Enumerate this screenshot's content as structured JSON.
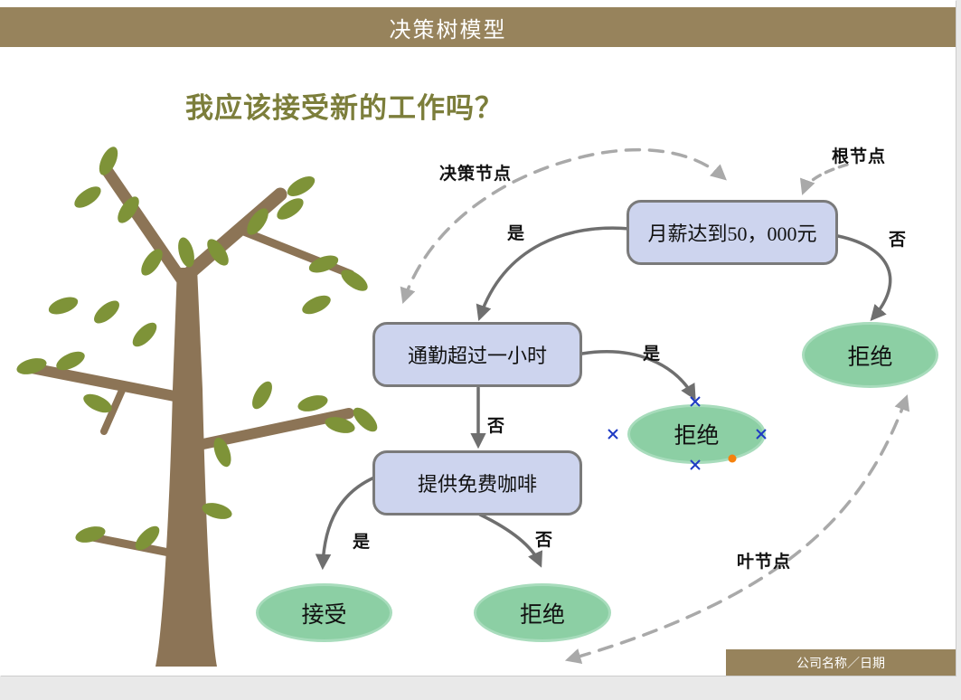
{
  "header": {
    "title": "决策树模型"
  },
  "main_title": "我应该接受新的工作吗？",
  "footer": {
    "text": "公司名称／日期"
  },
  "diagram": {
    "nodes": {
      "root": {
        "label": "月薪达到50，000元",
        "type": "decision"
      },
      "commute": {
        "label": "通勤超过一小时",
        "type": "decision"
      },
      "coffee": {
        "label": "提供免费咖啡",
        "type": "decision"
      },
      "accept": {
        "label": "接受",
        "type": "leaf"
      },
      "reject_middle": {
        "label": "拒绝",
        "type": "leaf"
      },
      "reject_right": {
        "label": "拒绝",
        "type": "leaf"
      },
      "reject_bottom": {
        "label": "拒绝",
        "type": "leaf"
      }
    },
    "edges": {
      "root_to_commute": "是",
      "root_to_reject_right": "否",
      "commute_to_reject_middle": "是",
      "commute_to_coffee": "否",
      "coffee_to_accept": "是",
      "coffee_to_reject_bottom": "否"
    },
    "annotations": {
      "root_node": "根节点",
      "decision_node": "决策节点",
      "leaf_node": "叶节点"
    },
    "colors": {
      "header_bar": "#97835C",
      "title_text": "#7C7E3B",
      "decision_fill": "#CDD4EE",
      "decision_border": "#7A7A7A",
      "leaf_fill": "#8CCFA4",
      "leaf_border": "#A8DCBC",
      "connector": "#6F6F6F",
      "annotation_arrow": "#A9A9A9",
      "connection_point": "#1F3BC4",
      "rotation_handle": "#F5820D",
      "tree_trunk": "#8C7456",
      "tree_leaf": "#7E9338"
    }
  }
}
